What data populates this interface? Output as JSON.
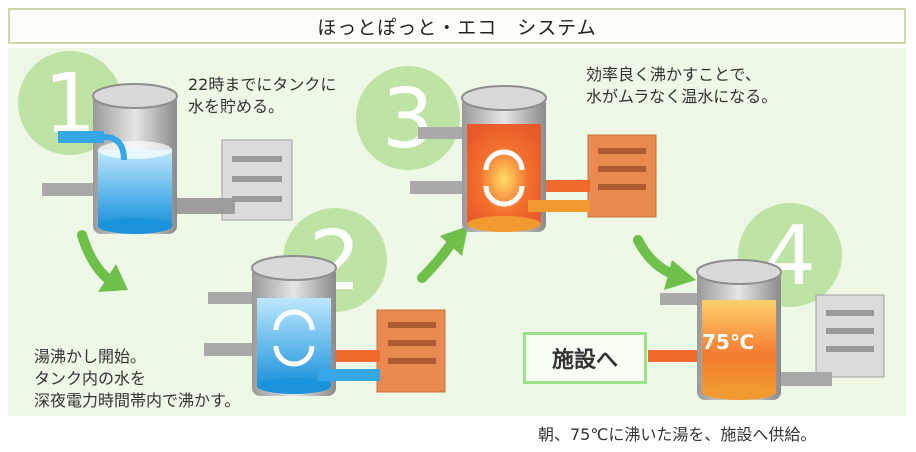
{
  "title": "ほっとぽっと・エコ　システム",
  "steps": [
    {
      "number": "1",
      "lines": [
        "22時までにタンクに",
        "水を貯める。"
      ]
    },
    {
      "number": "2",
      "lines": [
        "湯沸かし開始。",
        "タンク内の水を",
        "深夜電力時間帯内で沸かす。"
      ]
    },
    {
      "number": "3",
      "lines": [
        "効率良く沸かすことで、",
        "水がムラなく温水になる。"
      ]
    },
    {
      "number": "4",
      "lines": [
        "朝、75℃に沸いた湯を、施設へ供給。"
      ]
    }
  ],
  "facility_label": "施設へ",
  "temperature_label": "75℃",
  "colors": {
    "circle": "#bfe3a4",
    "number": "#ffffff",
    "cold_water": "#35a7e6",
    "hot_water": "#f07a2a",
    "arrow": "#6fbf4b",
    "accent_border": "#9be28a"
  }
}
